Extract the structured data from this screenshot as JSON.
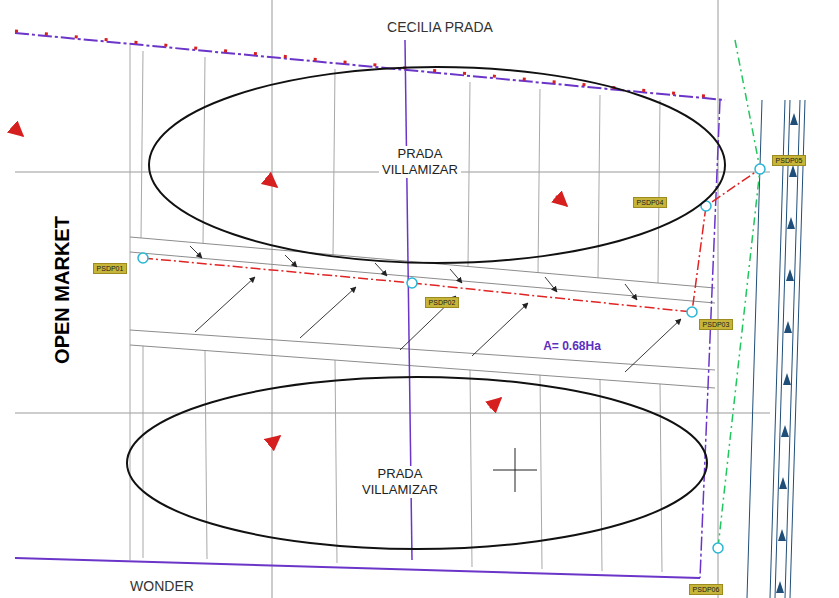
{
  "diagram": {
    "nodes": [
      {
        "text": [
          "PRADA VILLAMIZAR"
        ]
      },
      {
        "text": [
          "PSDP05"
        ]
      },
      {
        "text": [
          "PSDP04"
        ]
      },
      {
        "text": [
          "PSDP01"
        ]
      },
      {
        "text": [
          "PSDP02"
        ]
      },
      {
        "text": [
          "PSDP03"
        ]
      },
      {
        "text": [
          "PRADA VILLAMIZAR"
        ]
      },
      {
        "text": [
          "PSDP06"
        ]
      }
    ],
    "labels": [
      "CECILIA PRADA",
      "OPEN MARKET",
      "A= 0.68Ha",
      "WONDER"
    ]
  }
}
